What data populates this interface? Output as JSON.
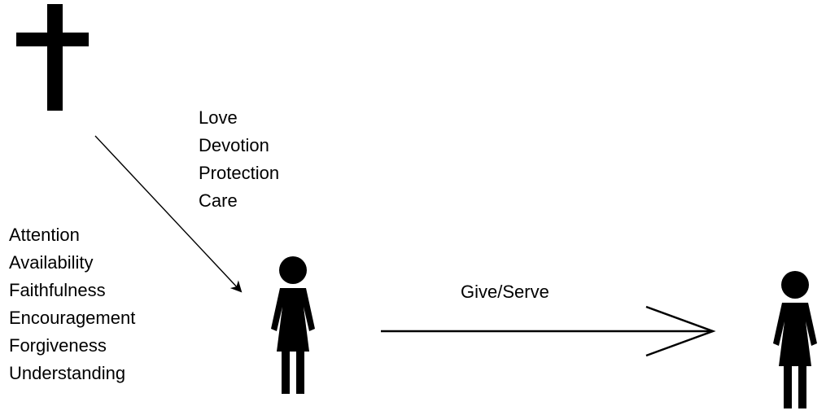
{
  "diagram": {
    "top_list": [
      "Love",
      "Devotion",
      "Protection",
      "Care"
    ],
    "left_list": [
      "Attention",
      "Availability",
      "Faithfulness",
      "Encouragement",
      "Forgiveness",
      "Understanding"
    ],
    "arrow_label": "Give/Serve",
    "icons": [
      "cross-icon",
      "woman-icon",
      "woman-icon"
    ],
    "colors": {
      "ink": "#000000",
      "background": "#ffffff"
    }
  }
}
